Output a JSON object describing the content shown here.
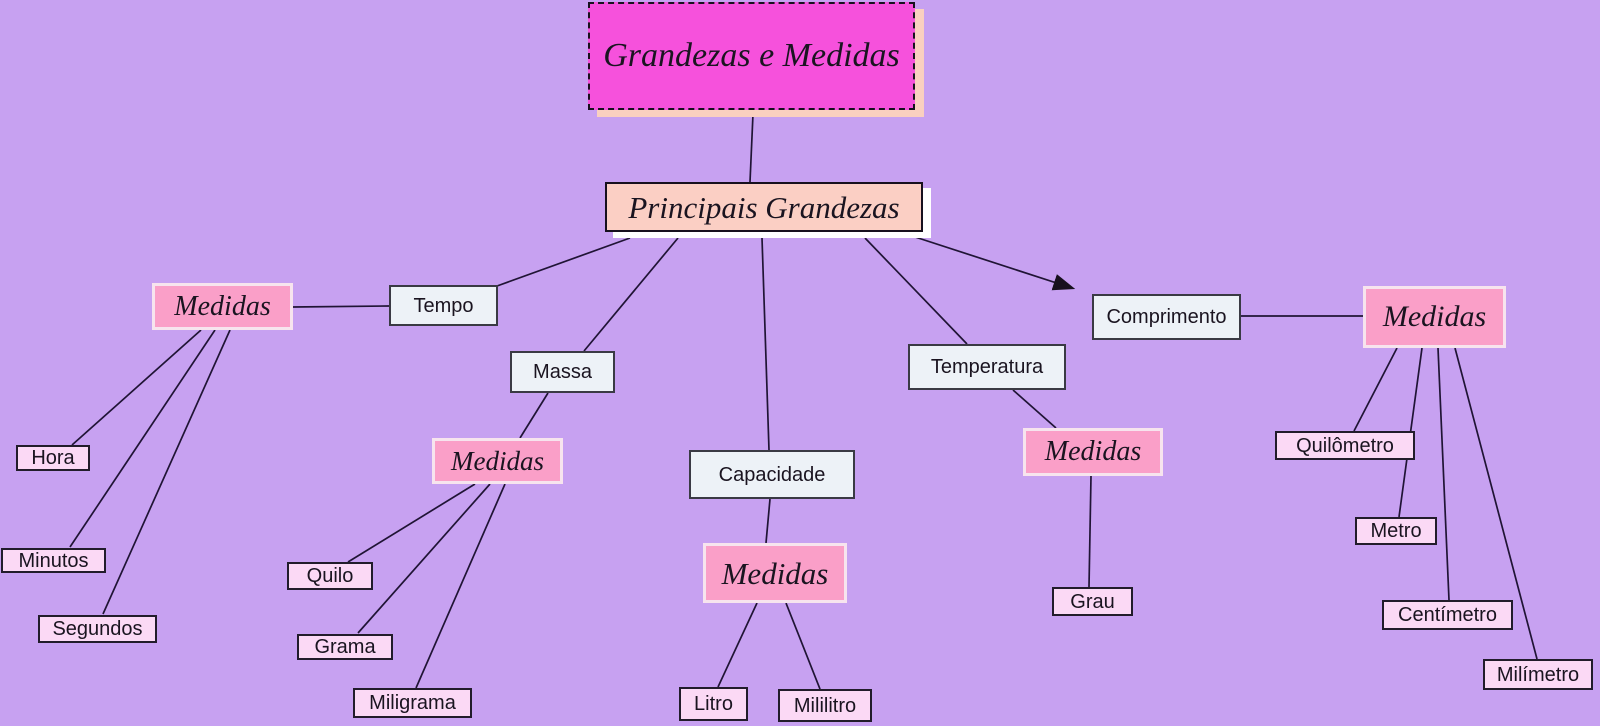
{
  "diagram_title": "Grandezas e Medidas",
  "colors": {
    "background": "#c7a1f1",
    "title_fill": "#f651dc",
    "title_shadow": "#fad0c0",
    "root_fill": "#fbcfc4",
    "medidas_fill": "#fa9fc8",
    "medidas_border": "#f7e4ee",
    "concept_fill": "#edf2f7",
    "leaf_fill": "#fbd9f5",
    "line": "#201435"
  },
  "nodes": {
    "title": "Grandezas e Medidas",
    "root": "Principais Grandezas",
    "medidas": "Medidas",
    "tempo": "Tempo",
    "massa": "Massa",
    "capacidade": "Capacidade",
    "temperatura": "Temperatura",
    "comprimento": "Comprimento",
    "hora": "Hora",
    "minutos": "Minutos",
    "segundos": "Segundos",
    "quilo": "Quilo",
    "grama": "Grama",
    "miligrama": "Miligrama",
    "litro": "Litro",
    "mililitro": "Mililitro",
    "grau": "Grau",
    "quilometro": "Quilômetro",
    "metro": "Metro",
    "centimetro": "Centímetro",
    "milimetro": "Milímetro"
  },
  "edges": [
    {
      "from": "title",
      "to": "root",
      "arrow": false
    },
    {
      "from": "root",
      "to": "tempo",
      "arrow": false
    },
    {
      "from": "root",
      "to": "massa",
      "arrow": false
    },
    {
      "from": "root",
      "to": "capacidade",
      "arrow": false
    },
    {
      "from": "root",
      "to": "temperatura",
      "arrow": false
    },
    {
      "from": "root",
      "to": "comprimento",
      "arrow": true
    },
    {
      "from": "medidas_tempo",
      "to": "tempo",
      "arrow": false
    },
    {
      "from": "medidas_tempo",
      "to": "hora",
      "arrow": false
    },
    {
      "from": "medidas_tempo",
      "to": "minutos",
      "arrow": false
    },
    {
      "from": "medidas_tempo",
      "to": "segundos",
      "arrow": false
    },
    {
      "from": "massa",
      "to": "medidas_massa",
      "arrow": false
    },
    {
      "from": "medidas_massa",
      "to": "quilo",
      "arrow": false
    },
    {
      "from": "medidas_massa",
      "to": "grama",
      "arrow": false
    },
    {
      "from": "medidas_massa",
      "to": "miligrama",
      "arrow": false
    },
    {
      "from": "capacidade",
      "to": "medidas_capacidade",
      "arrow": false
    },
    {
      "from": "medidas_capacidade",
      "to": "litro",
      "arrow": false
    },
    {
      "from": "medidas_capacidade",
      "to": "mililitro",
      "arrow": false
    },
    {
      "from": "temperatura",
      "to": "medidas_temperatura",
      "arrow": false
    },
    {
      "from": "medidas_temperatura",
      "to": "grau",
      "arrow": false
    },
    {
      "from": "comprimento",
      "to": "medidas_comprimento",
      "arrow": false
    },
    {
      "from": "medidas_comprimento",
      "to": "quilometro",
      "arrow": false
    },
    {
      "from": "medidas_comprimento",
      "to": "metro",
      "arrow": false
    },
    {
      "from": "medidas_comprimento",
      "to": "centimetro",
      "arrow": false
    },
    {
      "from": "medidas_comprimento",
      "to": "milimetro",
      "arrow": false
    }
  ]
}
